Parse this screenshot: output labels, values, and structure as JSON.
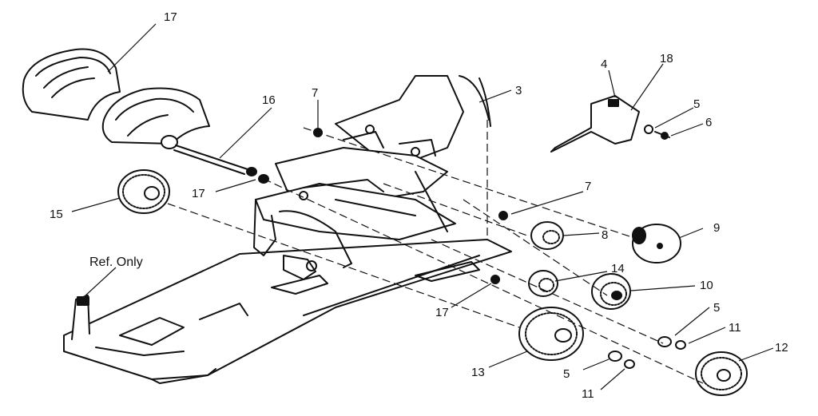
{
  "diagram": {
    "ink_color": "#111111",
    "paper_color": "#ffffff",
    "ref_label": "Ref. Only",
    "callouts": [
      "17",
      "16",
      "7",
      "3",
      "4",
      "18",
      "5",
      "6",
      "17",
      "7",
      "15",
      "8",
      "9",
      "14",
      "10",
      "17",
      "5",
      "11",
      "12",
      "13",
      "5",
      "11"
    ]
  }
}
